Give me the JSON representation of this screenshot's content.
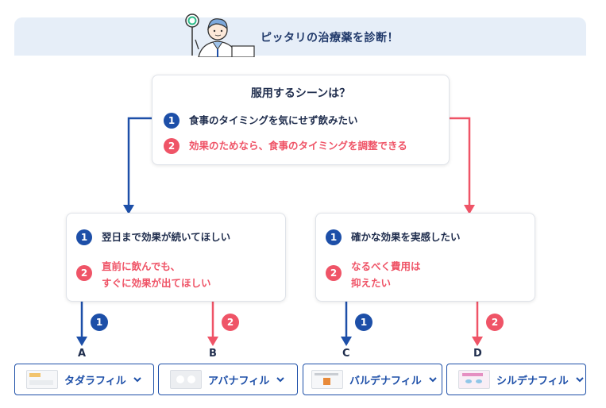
{
  "header": {
    "title": "ピッタリの治療薬を診断！"
  },
  "question": {
    "title": "服用するシーンは？",
    "options": [
      {
        "num": "1",
        "text": "食事のタイミングを気にせず飲みたい"
      },
      {
        "num": "2",
        "text": "効果のためなら、食事のタイミングを調整できる"
      }
    ]
  },
  "left_card": {
    "options": [
      {
        "num": "1",
        "lines": [
          "翌日まで効果が続いてほしい"
        ]
      },
      {
        "num": "2",
        "lines": [
          "直前に飲んでも、",
          "すぐに効果が出てほしい"
        ]
      }
    ]
  },
  "right_card": {
    "options": [
      {
        "num": "1",
        "lines": [
          "確かな効果を実感したい"
        ]
      },
      {
        "num": "2",
        "lines": [
          "なるべく費用は",
          "抑えたい"
        ]
      }
    ]
  },
  "branches": [
    {
      "letter": "A",
      "num": "1",
      "drug": "タダラフィル"
    },
    {
      "letter": "B",
      "num": "2",
      "drug": "アバナフィル"
    },
    {
      "letter": "C",
      "num": "1",
      "drug": "バルデナフィル"
    },
    {
      "letter": "D",
      "num": "2",
      "drug": "シルデナフィル"
    }
  ],
  "colors": {
    "blue": "#1d4fa8",
    "red": "#ef5467",
    "header_bg": "#e6eef8"
  },
  "icons": [
    "doctor-illustration",
    "chevron-down-icon",
    "pill-package-image"
  ]
}
